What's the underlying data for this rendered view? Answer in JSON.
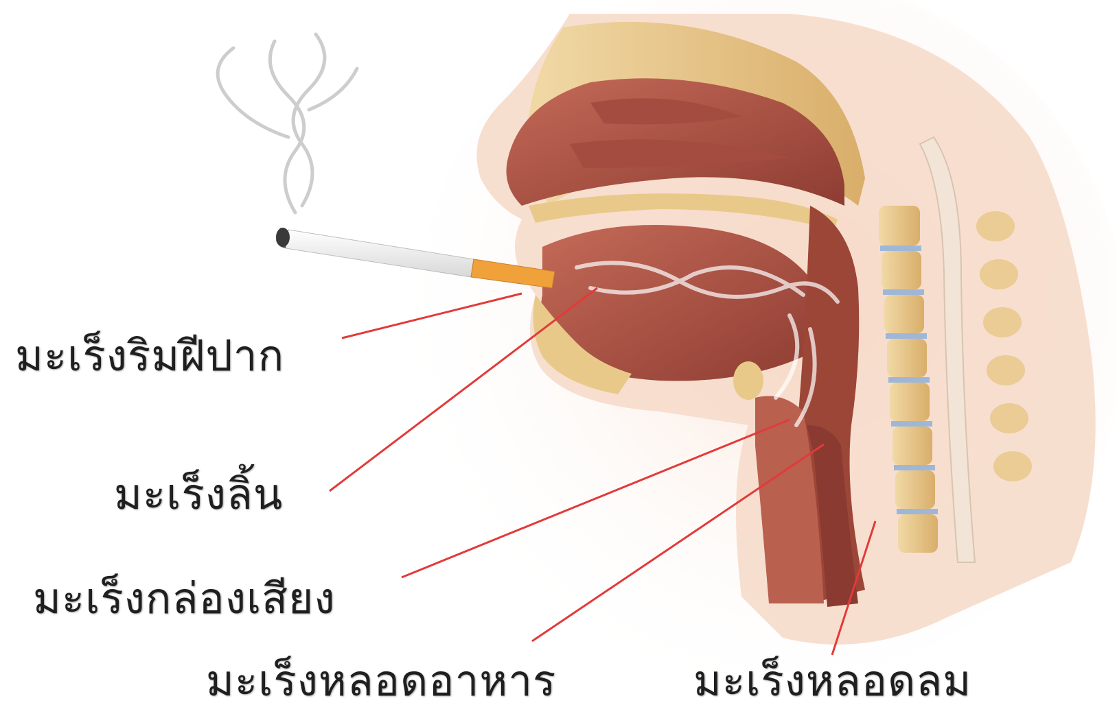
{
  "labels": {
    "lip": "มะเร็งริมฝีปาก",
    "tongue": "มะเร็งลิ้น",
    "larynx": "มะเร็งกล่องเสียง",
    "esophagus": "มะเร็งหลอดอาหาร",
    "trachea": "มะเร็งหลอดลม"
  },
  "colors": {
    "leader_line": "#e23a3a",
    "tissue": "#b65a4a",
    "tissue_dark": "#8e3c32",
    "bone": "#e8c98a",
    "skin": "#f6d9c8",
    "filter": "#f0a13a",
    "smoke": "#c8c8c8"
  }
}
